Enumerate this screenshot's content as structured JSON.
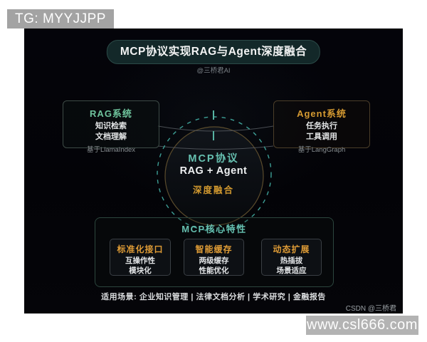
{
  "badge": {
    "label": "TG: MYYJJPP"
  },
  "header": {
    "title": "MCP协议实现RAG与Agent深度融合",
    "author": "@三桥君AI"
  },
  "rag": {
    "title": "RAG系统",
    "items": [
      "知识检索",
      "文档理解"
    ],
    "basis": "基于LlamaIndex"
  },
  "agent": {
    "title": "Agent系统",
    "items": [
      "任务执行",
      "工具调用"
    ],
    "basis": "基于LangGraph"
  },
  "core": {
    "protocol": "MCP协议",
    "combo": "RAG + Agent",
    "fusion": "深度融合"
  },
  "features": {
    "title": "MCP核心特性",
    "cards": [
      {
        "title": "标准化接口",
        "items": [
          "互操作性",
          "模块化"
        ]
      },
      {
        "title": "智能缓存",
        "items": [
          "两级缓存",
          "性能优化"
        ]
      },
      {
        "title": "动态扩展",
        "items": [
          "热插拔",
          "场景适应"
        ]
      }
    ]
  },
  "footer": {
    "scenarios": "适用场景: 企业知识管理 | 法律文档分析 | 学术研究 | 金融报告",
    "credit": "CSDN @三桥君",
    "watermark": "www.csl666.com"
  },
  "colors": {
    "teal_accent": "#66c0b0",
    "green_accent": "#6fc49d",
    "amber_accent": "#d59a31",
    "canvas_bg": "#04040a",
    "badge_bg": "#a3a3a3",
    "watermark_bg": "#b3b3b3",
    "dashed_circle": "#3d9f96",
    "inner_circle_border": "#5a4b2c"
  }
}
